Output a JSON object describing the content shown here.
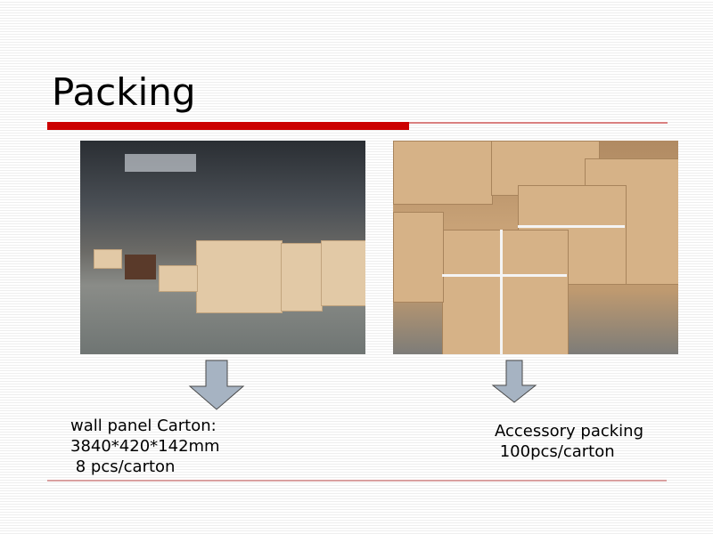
{
  "slide": {
    "title": "Packing",
    "left_caption": {
      "line1": "wall panel Carton:",
      "line2": "3840*420*142mm",
      "line3": " 8 pcs/carton"
    },
    "right_caption": {
      "line1": "Accessory packing",
      "line2": " 100pcs/carton"
    },
    "colors": {
      "accent_bar": "#cc0000",
      "arrow_fill": "#a6b3c2",
      "arrow_stroke": "#4a4a4a"
    }
  }
}
